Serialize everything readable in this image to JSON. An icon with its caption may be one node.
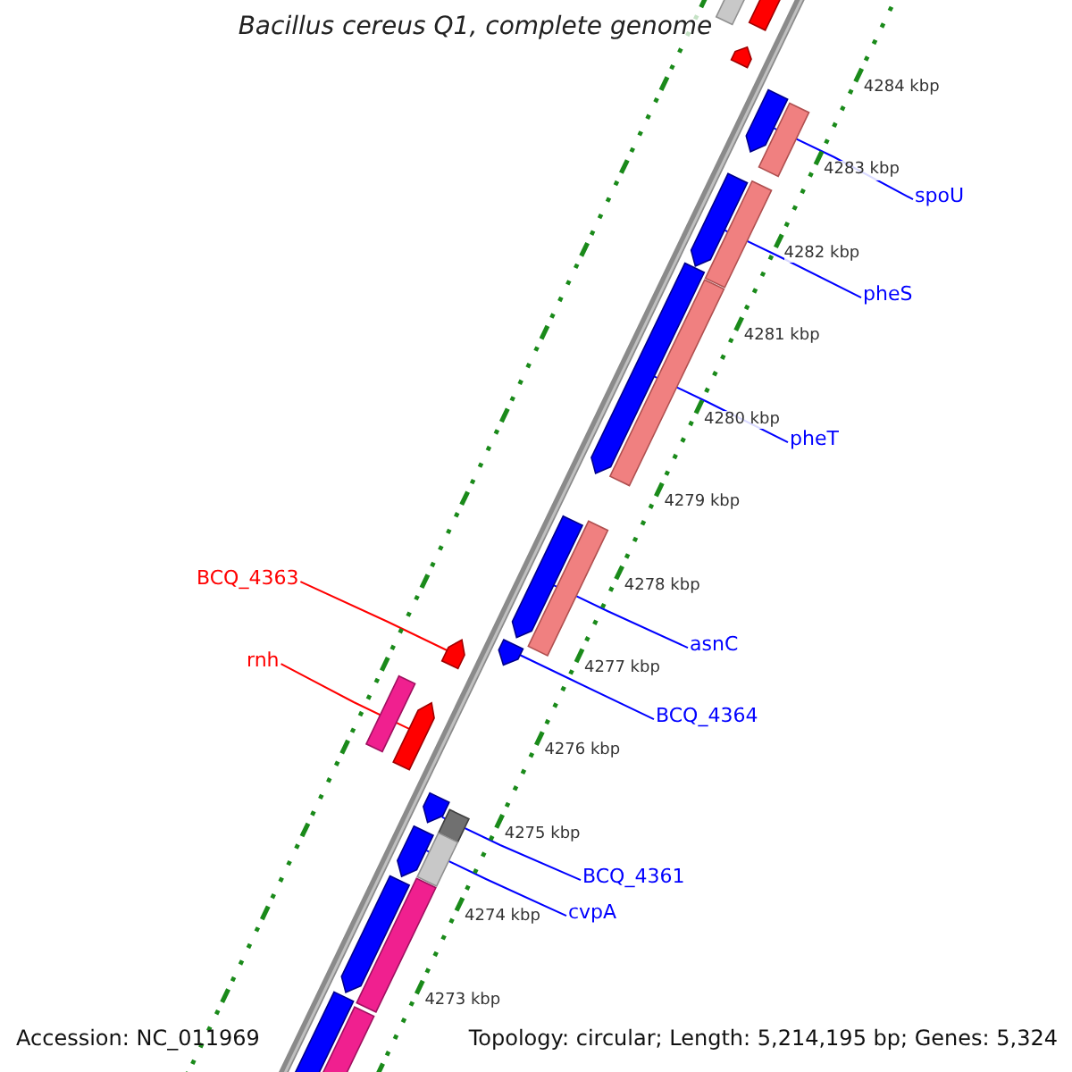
{
  "diagram": {
    "title": "Bacillus cereus Q1, complete genome",
    "nodes": [
      {
        "text": [
          "spoU"
        ]
      },
      {
        "text": [
          "pheS"
        ]
      },
      {
        "text": [
          "pheT"
        ]
      },
      {
        "text": [
          "asnC"
        ]
      },
      {
        "text": [
          "BCQ_4364"
        ]
      },
      {
        "text": [
          "BCQ_4361"
        ]
      },
      {
        "text": [
          "cvpA"
        ]
      },
      {
        "text": [
          "BCQ_4363"
        ]
      },
      {
        "text": [
          "rnh"
        ]
      },
      {
        "text": [],
        "shape": "arrow"
      },
      {
        "text": [],
        "shape": "bar"
      },
      {
        "text": [],
        "shape": "arrow"
      },
      {
        "text": [],
        "shape": "arrow"
      },
      {
        "text": [],
        "shape": "bar"
      },
      {
        "text": [],
        "shape": "arrow"
      },
      {
        "text": [],
        "shape": "bar"
      },
      {
        "text": [],
        "shape": "arrow"
      },
      {
        "text": [],
        "shape": "bar"
      },
      {
        "text": [],
        "shape": "bar"
      },
      {
        "text": [],
        "shape": "arrow"
      },
      {
        "text": [],
        "shape": "arrow"
      },
      {
        "text": [],
        "shape": "arrow"
      },
      {
        "text": [],
        "shape": "bar"
      },
      {
        "text": [],
        "shape": "arrow"
      },
      {
        "text": [],
        "shape": "arrow"
      },
      {
        "text": [],
        "shape": "bar"
      },
      {
        "text": [],
        "shape": "bar"
      },
      {
        "text": [],
        "shape": "arrow"
      },
      {
        "text": [],
        "shape": "bar"
      },
      {
        "text": [],
        "shape": "arrow"
      },
      {
        "text": [],
        "shape": "arrow"
      },
      {
        "text": [],
        "shape": "bar"
      }
    ],
    "edges": [
      {
        "from": 0,
        "to": 12,
        "arrow": "none"
      },
      {
        "from": 1,
        "to": 14,
        "arrow": "none"
      },
      {
        "from": 2,
        "to": 16,
        "arrow": "none"
      },
      {
        "from": 3,
        "to": 19,
        "arrow": "none"
      },
      {
        "from": 4,
        "to": 20,
        "arrow": "none"
      },
      {
        "from": 5,
        "to": 24,
        "arrow": "none"
      },
      {
        "from": 6,
        "to": 27,
        "arrow": "none"
      },
      {
        "from": 7,
        "to": 21,
        "arrow": "none",
        "color": "#ff0000"
      },
      {
        "from": 8,
        "to": 23,
        "arrow": "none",
        "color": "#ff0000"
      }
    ],
    "labels": [
      "4284 kbp",
      "4283 kbp",
      "4282 kbp",
      "4281 kbp",
      "4280 kbp",
      "4279 kbp",
      "4278 kbp",
      "4277 kbp",
      "4276 kbp",
      "4275 kbp",
      "4274 kbp",
      "4273 kbp",
      "Accession: NC_011969",
      "Topology: circular; Length: 5,214,195 bp; Genes: 5,324"
    ]
  }
}
